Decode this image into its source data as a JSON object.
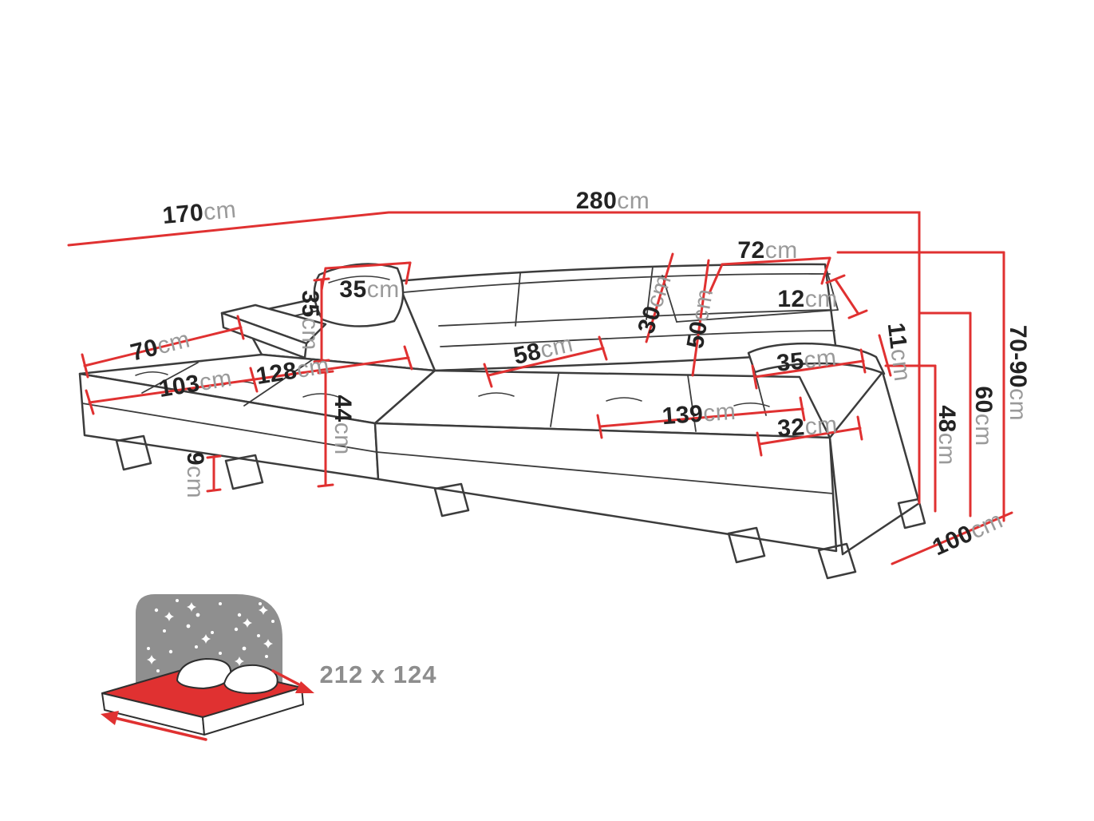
{
  "colors": {
    "dimension_red": "#e03131",
    "sofa_outline": "#3c3c3c",
    "value_text": "#232323",
    "unit_text": "#9a9a9a",
    "icon_gray": "#8f8f8f"
  },
  "diagram": {
    "kind": "corner-sofa-dimension-drawing",
    "dims": {
      "chaise_side": {
        "value": "170",
        "unit": "cm"
      },
      "total_width": {
        "value": "280",
        "unit": "cm"
      },
      "back_cushion_width": {
        "value": "72",
        "unit": "cm"
      },
      "headrest_thickness": {
        "value": "12",
        "unit": "cm"
      },
      "pillow_width": {
        "value": "35",
        "unit": "cm"
      },
      "pillow_height": {
        "value": "35",
        "unit": "cm"
      },
      "headrest_height": {
        "value": "30",
        "unit": "cm"
      },
      "backrest_height": {
        "value": "50",
        "unit": "cm"
      },
      "chaise_end_depth": {
        "value": "70",
        "unit": "cm"
      },
      "chaise_width": {
        "value": "103",
        "unit": "cm"
      },
      "chaise_length": {
        "value": "128",
        "unit": "cm"
      },
      "seat_depth": {
        "value": "58",
        "unit": "cm"
      },
      "seat_width": {
        "value": "139",
        "unit": "cm"
      },
      "armrest_length": {
        "value": "35",
        "unit": "cm"
      },
      "armrest_thickness": {
        "value": "11",
        "unit": "cm"
      },
      "armrest_width": {
        "value": "32",
        "unit": "cm"
      },
      "seat_height": {
        "value": "44",
        "unit": "cm"
      },
      "leg_height": {
        "value": "9",
        "unit": "cm"
      },
      "armrest_height": {
        "value": "48",
        "unit": "cm"
      },
      "backrest_total_height": {
        "value": "60",
        "unit": "cm"
      },
      "total_height": {
        "value": "70-90",
        "unit": "cm"
      },
      "total_depth": {
        "value": "100",
        "unit": "cm"
      }
    },
    "sleeping_area": {
      "value": "212 x 124"
    }
  }
}
